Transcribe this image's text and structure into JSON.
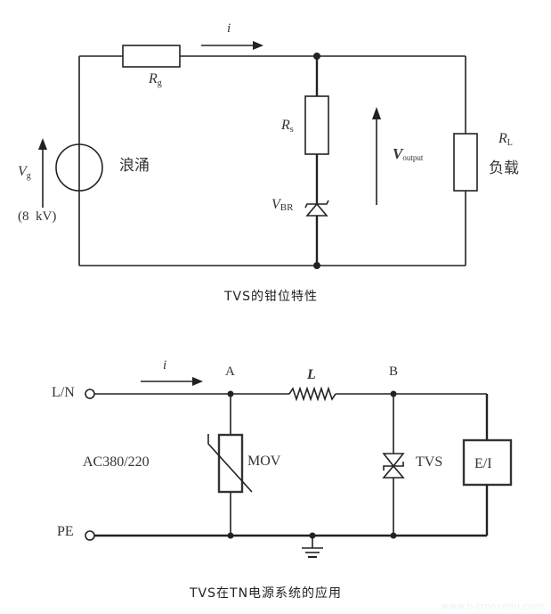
{
  "diagram1": {
    "current_label": "i",
    "rg_label": "R",
    "rg_sub": "g",
    "rs_label": "R",
    "rs_sub": "s",
    "vbr_label": "V",
    "vbr_sub": "BR",
    "vout_label": "V",
    "vout_sub": "output",
    "rl_label": "R",
    "rl_sub": "L",
    "load_label": "负载",
    "source_label": "浪涌",
    "vg_label": "V",
    "vg_sub": "g",
    "vg_value": "(8  kV)",
    "caption": "TVS的钳位特性"
  },
  "diagram2": {
    "current_label": "i",
    "node_a": "A",
    "node_b": "B",
    "inductor_label": "L",
    "line_terminal": "L/N",
    "pe_terminal": "PE",
    "supply_label": "AC380/220",
    "mov_label": "MOV",
    "tvs_label": "TVS",
    "load_label": "E/I",
    "caption": "TVS在TN电源系统的应用"
  },
  "watermark": "www.b-tronsemi.com"
}
